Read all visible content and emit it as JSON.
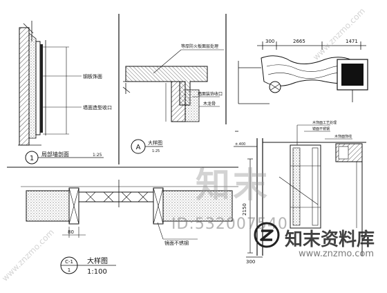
{
  "drawing": {
    "detail1": {
      "number": "1",
      "title": "局部墙剖面",
      "scale": "1:25",
      "callout_1": "钢板饰面",
      "callout_2": "墙面造型收口"
    },
    "detailA": {
      "letter": "A",
      "title": "大样图",
      "scale": "1:25",
      "callout_top": "等厚防火板面层处理",
      "callout_mid": "墙面装饰收口",
      "callout_low": "木龙骨"
    },
    "plan": {
      "label_number": "C-1",
      "label_sub": "1",
      "title": "大样图",
      "scale": "1:100",
      "dim_left": "80",
      "callout": "镜面不锈钢"
    },
    "elevation_top": {
      "dim_1": "300",
      "dim_2": "2665",
      "dim_3": "1471"
    },
    "section_right": {
      "dim_level": "±.400",
      "dim_vertical": "2150",
      "dim_bottom": "300",
      "callout_1": "木饰面工艺处理",
      "callout_2": "镜面不锈钢",
      "callout_3": "木饰面饰线"
    }
  },
  "watermark": {
    "main": "知末",
    "id_text": "ID:532007540",
    "brand": "知末资料库",
    "url": "www.znzmo.com",
    "side": "www.znzmo.com"
  }
}
